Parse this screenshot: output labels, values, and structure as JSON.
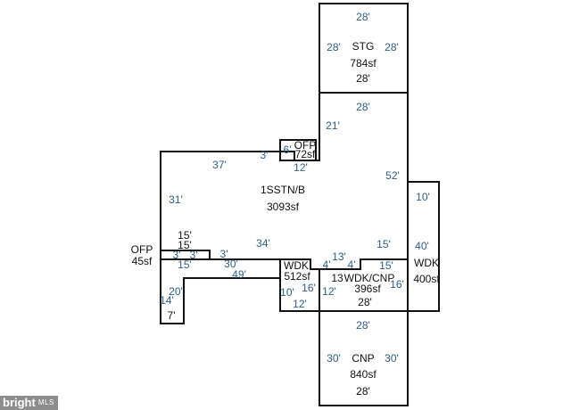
{
  "rooms": {
    "stg": {
      "name": "STG",
      "area": "784sf",
      "top": "28'",
      "left": "28'",
      "right": "28'",
      "bottom": "28'"
    },
    "main": {
      "name": "1SSTN/B",
      "area": "3093sf"
    },
    "ofp_top": {
      "name": "OFP",
      "area": "72sf"
    },
    "ofp_left": {
      "name": "OFP",
      "area": "45sf"
    },
    "wdk_mid": {
      "name": "WDK",
      "area": "512sf"
    },
    "wdk_cnp": {
      "name": "WDK/CNP",
      "area": "396sf"
    },
    "wdk_right": {
      "name": "WDK",
      "area": "400sf"
    },
    "cnp": {
      "name": "CNP",
      "area": "840sf",
      "top": "28'",
      "left": "30'",
      "right": "30'",
      "bottom": "28'"
    }
  },
  "dims": {
    "main_top_right": "28'",
    "d21": "21'",
    "d3_top": "3'",
    "d6": "6'",
    "d12_top": "12'",
    "d37": "37'",
    "d52": "52'",
    "d31": "31'",
    "d34": "34'",
    "d15_a": "15'",
    "d15_b": "15'",
    "d3_a": "3'",
    "d3_b": "3'",
    "d3_c": "3'",
    "d15_c": "15'",
    "d30": "30'",
    "d49": "49'",
    "d20": "20'",
    "d14": "14'",
    "d7": "7'",
    "d10_mid": "10'",
    "d12_mid": "12'",
    "d16_a": "16'",
    "d13_a": "13'",
    "d15_d": "15'",
    "d4_a": "4'",
    "d4_b": "4'",
    "d15_e": "15'",
    "d13_b": "13",
    "d12_b": "12'",
    "d28_b": "28'",
    "d16_b": "16'",
    "d10_right": "10'",
    "d40": "40'",
    "d28_cnp_top": "28'"
  },
  "watermark": {
    "brand": "bright",
    "sub": "MLS"
  }
}
